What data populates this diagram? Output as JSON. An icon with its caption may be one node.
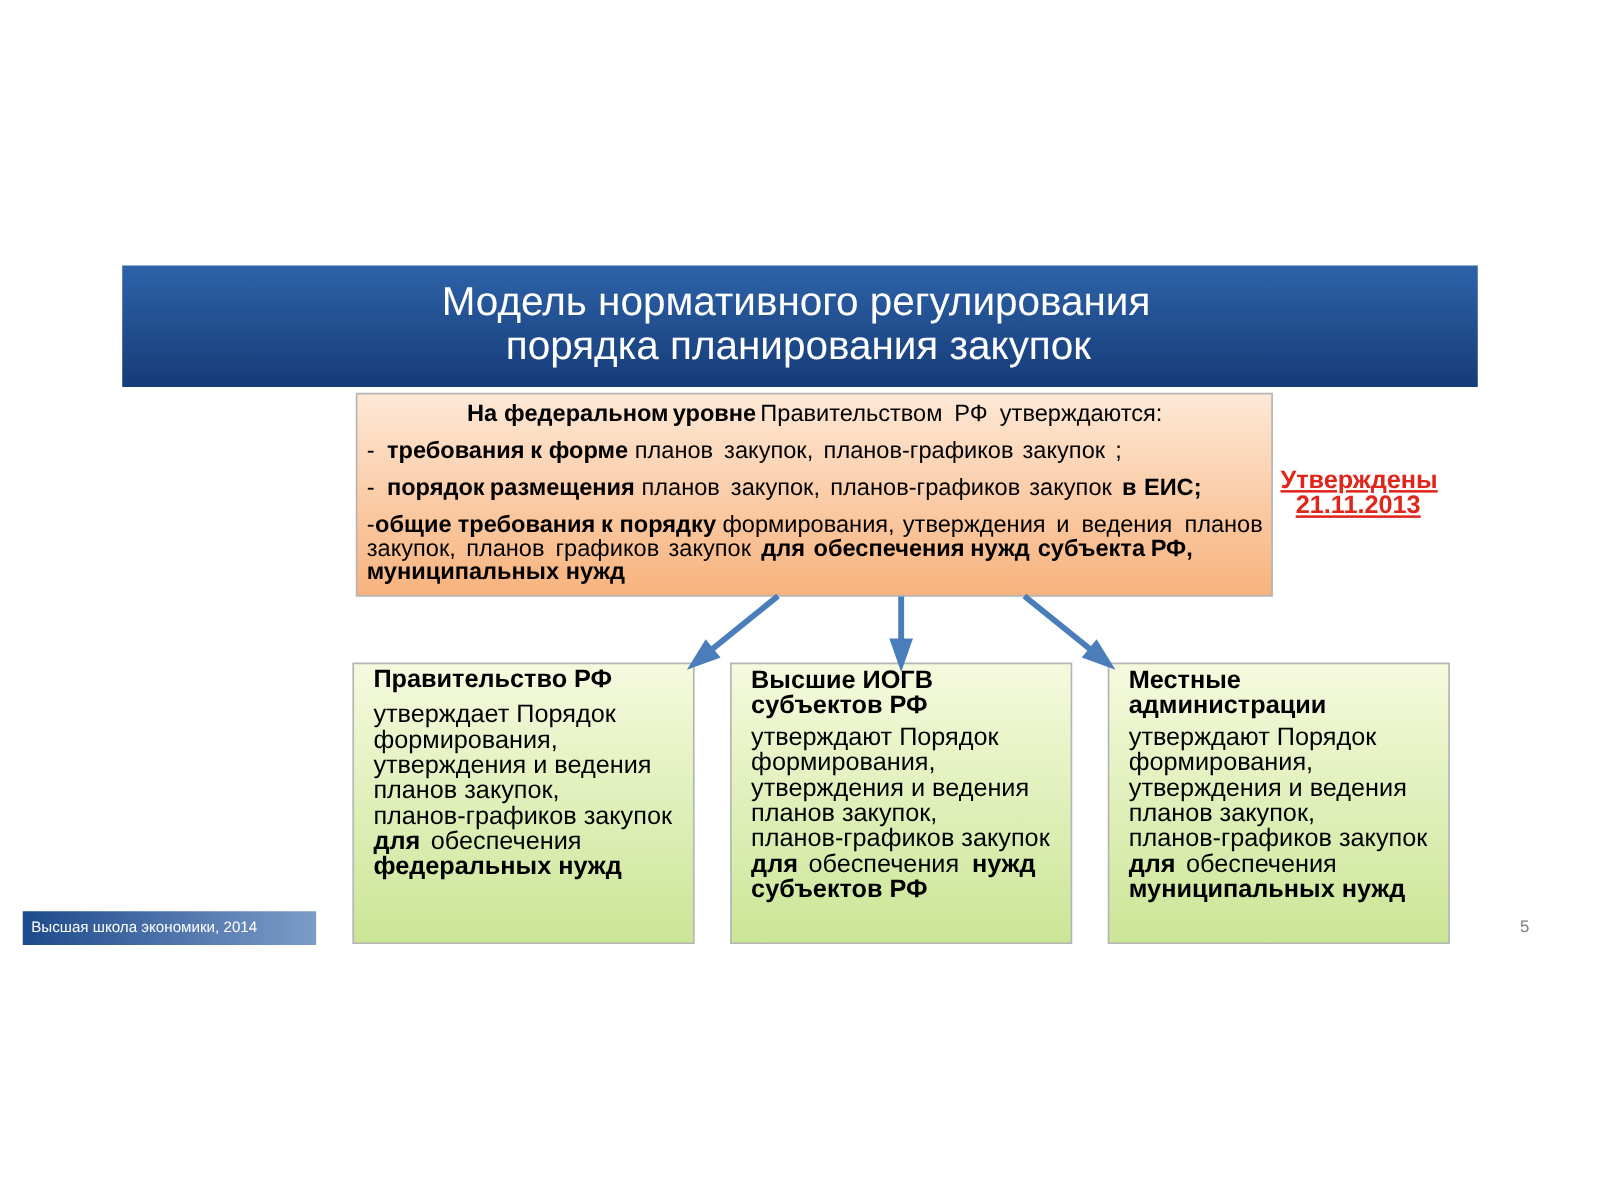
{
  "diagram": {
    "title": "Модель нормативного регулирования порядка планирования закупок",
    "nodes": [
      {
        "text": [
          "**На федеральном уровне** Правительством РФ утверждаются:",
          "- **требования к форме** планов закупок, планов-графиков закупок ;",
          "- **порядок размещения** планов закупок, планов-графиков закупок **в ЕИС;**",
          "-**общие требования к порядку** формирования, утверждения и ведения планов закупок, планов графиков закупок **для обеспечения нужд субъекта РФ, муниципальных нужд**"
        ],
        "beside": [
          "Утверждены 21.11.2013"
        ]
      },
      {
        "text": [
          "Правительство РФ",
          "утверждает Порядок формирования, утверждения и ведения планов закупок, планов-графиков закупок **для** обеспечения **федеральных нужд**"
        ]
      },
      {
        "text": [
          "Высшие ИОГВ субъектов РФ",
          "утверждают Порядок формирования, утверждения и ведения планов закупок, планов-графиков закупок **для** обеспечения **нужд субъектов РФ**"
        ]
      },
      {
        "text": [
          "Местные администрации",
          "утверждают Порядок формирования, утверждения и ведения планов закупок, планов-графиков закупок **для** обеспечения **муниципальных нужд**"
        ]
      }
    ],
    "edges": [
      {
        "from": 0,
        "to": 1,
        "arrow": "to"
      },
      {
        "from": 0,
        "to": 2,
        "arrow": "to"
      },
      {
        "from": 0,
        "to": 3,
        "arrow": "to"
      }
    ],
    "labels": [
      "Высшая школа экономики, 2014",
      "5"
    ]
  }
}
